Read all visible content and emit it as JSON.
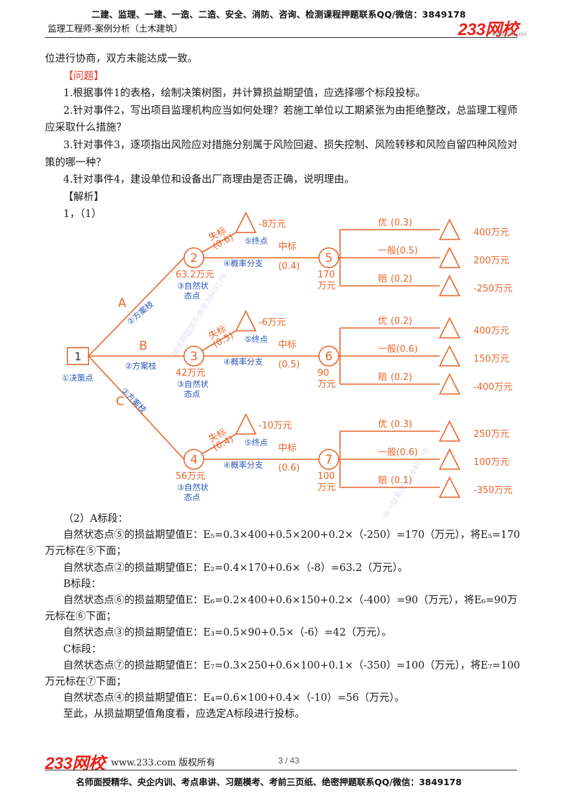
{
  "header": {
    "ad_line": "二建、监理、一建、一造、二造、安全、消防、咨询、检测课程押题联系QQ/微信：3849178",
    "subtitle": "监理工程师-案例分析（土木建筑）",
    "logo": "233网校",
    "logo_url": "www.233.com"
  },
  "intro": {
    "line1": "位进行协商，双方未能达成一致。",
    "questions_heading": "【问题】",
    "q1": "1.根据事件1的表格，绘制决策树图，并计算损益期望值，应选择哪个标段投标。",
    "q2": "2.针对事件2，写出项目监理机构应当如何处理？若施工单位以工期紧张为由拒绝整改，总监理工程师应采取什么措施？",
    "q3": "3.针对事件3，逐项指出风险应对措施分别属于风险回避、损失控制、风险转移和风险自留四种风险对策的哪一种？",
    "q4": "4.针对事件4，建设单位和设备出厂商理由是否正确，说明理由。",
    "analysis_heading": "【解析】",
    "part1": "1，（1）"
  },
  "tree": {
    "color_line": "#e8642a",
    "color_label": "#2a56b8",
    "decision_node": "1",
    "decision_label": "①决策点",
    "branches": [
      {
        "name": "A",
        "scheme_label": "②方案枝",
        "state_node": "2",
        "state_value": "63.2万元",
        "state_label": "③自然状态点",
        "lose_label": "失标",
        "lose_prob": "(0.6)",
        "lose_value": "-8万元",
        "end_label": "⑤终点",
        "win_label": "中标",
        "win_prob": "(0.4)",
        "prob_branch_label": "④概率分支",
        "sub_node": "5",
        "sub_value": "170万元",
        "outcomes": [
          {
            "label": "优",
            "prob": "(0.3)",
            "value": "400万元"
          },
          {
            "label": "一般",
            "prob": "(0.5)",
            "value": "200万元"
          },
          {
            "label": "赔",
            "prob": "(0.2)",
            "value": "-250万元"
          }
        ]
      },
      {
        "name": "B",
        "scheme_label": "②方案枝",
        "state_node": "3",
        "state_value": "42万元",
        "state_label": "③自然状态点",
        "lose_label": "失标",
        "lose_prob": "(0.5)",
        "lose_value": "-6万元",
        "end_label": "⑤终点",
        "win_label": "中标",
        "win_prob": "(0.5)",
        "prob_branch_label": "④概率分支",
        "sub_node": "6",
        "sub_value": "90万元",
        "outcomes": [
          {
            "label": "优",
            "prob": "(0.2)",
            "value": "400万元"
          },
          {
            "label": "一般",
            "prob": "(0.6)",
            "value": "150万元"
          },
          {
            "label": "赔",
            "prob": "(0.2)",
            "value": "-400万元"
          }
        ]
      },
      {
        "name": "C",
        "scheme_label": "②方案枝",
        "state_node": "4",
        "state_value": "56万元",
        "state_label": "③自然状态点",
        "lose_label": "失标",
        "lose_prob": "(0.4)",
        "lose_value": "-10万元",
        "end_label": "⑤终点",
        "win_label": "中标",
        "win_prob": "(0.6)",
        "prob_branch_label": "④概率分支",
        "sub_node": "7",
        "sub_value": "100万元",
        "outcomes": [
          {
            "label": "优",
            "prob": "(0.3)",
            "value": "250万元"
          },
          {
            "label": "一般",
            "prob": "(0.6)",
            "value": "100万元"
          },
          {
            "label": "赔",
            "prob": "(0.1)",
            "value": "-350万元"
          }
        ]
      }
    ]
  },
  "calc": {
    "part2": "（2）A标段：",
    "a1": "自然状态点⑤的损益期望值E：E₅=0.3×400+0.5×200+0.2×（-250）=170（万元），将E₅=170万元标在⑤下面；",
    "a2": "自然状态点②的损益期望值E：E₂=0.4×170+0.6×（-8）=63.2（万元）。",
    "b_head": "B标段：",
    "b1": "自然状态点⑥的损益期望值E：E₆=0.2×400+0.6×150+0.2×（-400）=90（万元），将E₆=90万元标在⑥下面；",
    "b2": "自然状态点③的损益期望值E：E₃=0.5×90+0.5×（-6）=42（万元）。",
    "c_head": "C标段：",
    "c1": "自然状态点⑦的损益期望值E：E₇=0.3×250+0.6×100+0.1×（-350）=100（万元），将E₇=100万元标在⑦下面；",
    "c2": "自然状态点④的损益期望值E：E₄=0.6×100+0.4×（-10）=56（万元）。",
    "conclusion": "至此，从损益期望值角度看，应选定A标段进行投标。"
  },
  "footer": {
    "logo": "233网校",
    "site": "www.233.com 版权所有",
    "page": "3 / 43",
    "ad_line": "名师面授精华、央企内训、考点串讲、习题模考、考前三页纸、绝密押题联系QQ/微信：3849178"
  },
  "watermarks": [
    "精准押题联系微信3849178",
    "唯一联系微信3849178"
  ]
}
